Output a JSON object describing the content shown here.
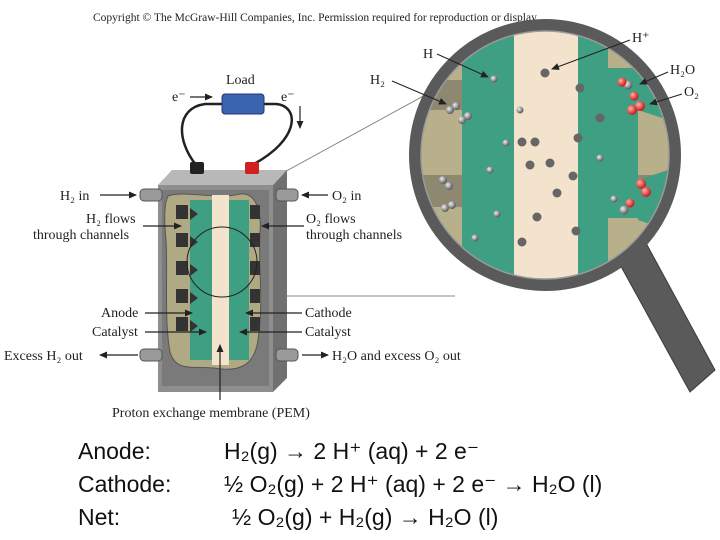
{
  "copyright": "Copyright © The McGraw-Hill Companies, Inc. Permission required for reproduction or display.",
  "labels": {
    "load": "Load",
    "electron_left": "e⁻",
    "electron_right": "e⁻",
    "h2_in": "H₂ in",
    "h2_flows": "H₂ flows",
    "through_channels_left": "through channels",
    "o2_in": "O₂ in",
    "o2_flows": "O₂ flows",
    "through_channels_right": "through channels",
    "anode": "Anode",
    "catalyst_left": "Catalyst",
    "cathode": "Cathode",
    "catalyst_right": "Catalyst",
    "excess_h2_out": "Excess H₂ out",
    "h2o_excess_o2_out": "H₂O and excess O₂ out",
    "pem": "Proton exchange membrane (PEM)",
    "zoom_h": "H",
    "zoom_h2": "H₂",
    "zoom_hplus": "H⁺",
    "zoom_h2o": "H₂O",
    "zoom_o2": "O₂"
  },
  "equations": {
    "anode_label": "Anode:",
    "anode_eq": "H₂(g) → 2 H⁺ (aq) + 2 e⁻",
    "cathode_label": "Cathode:",
    "cathode_eq": "½ O₂(g) + 2 H⁺ (aq) + 2 e⁻  → H₂O (l)",
    "net_label": "Net:",
    "net_eq": "½ O₂(g) + H₂(g) → H₂O (l)"
  },
  "colors": {
    "membrane": "#f3e2cc",
    "electrode": "#3f9f82",
    "catalyst": "#b8b08a",
    "housing": "#8c8c8c",
    "load_body": "#3a64b0",
    "oxygen": "#e03030"
  }
}
